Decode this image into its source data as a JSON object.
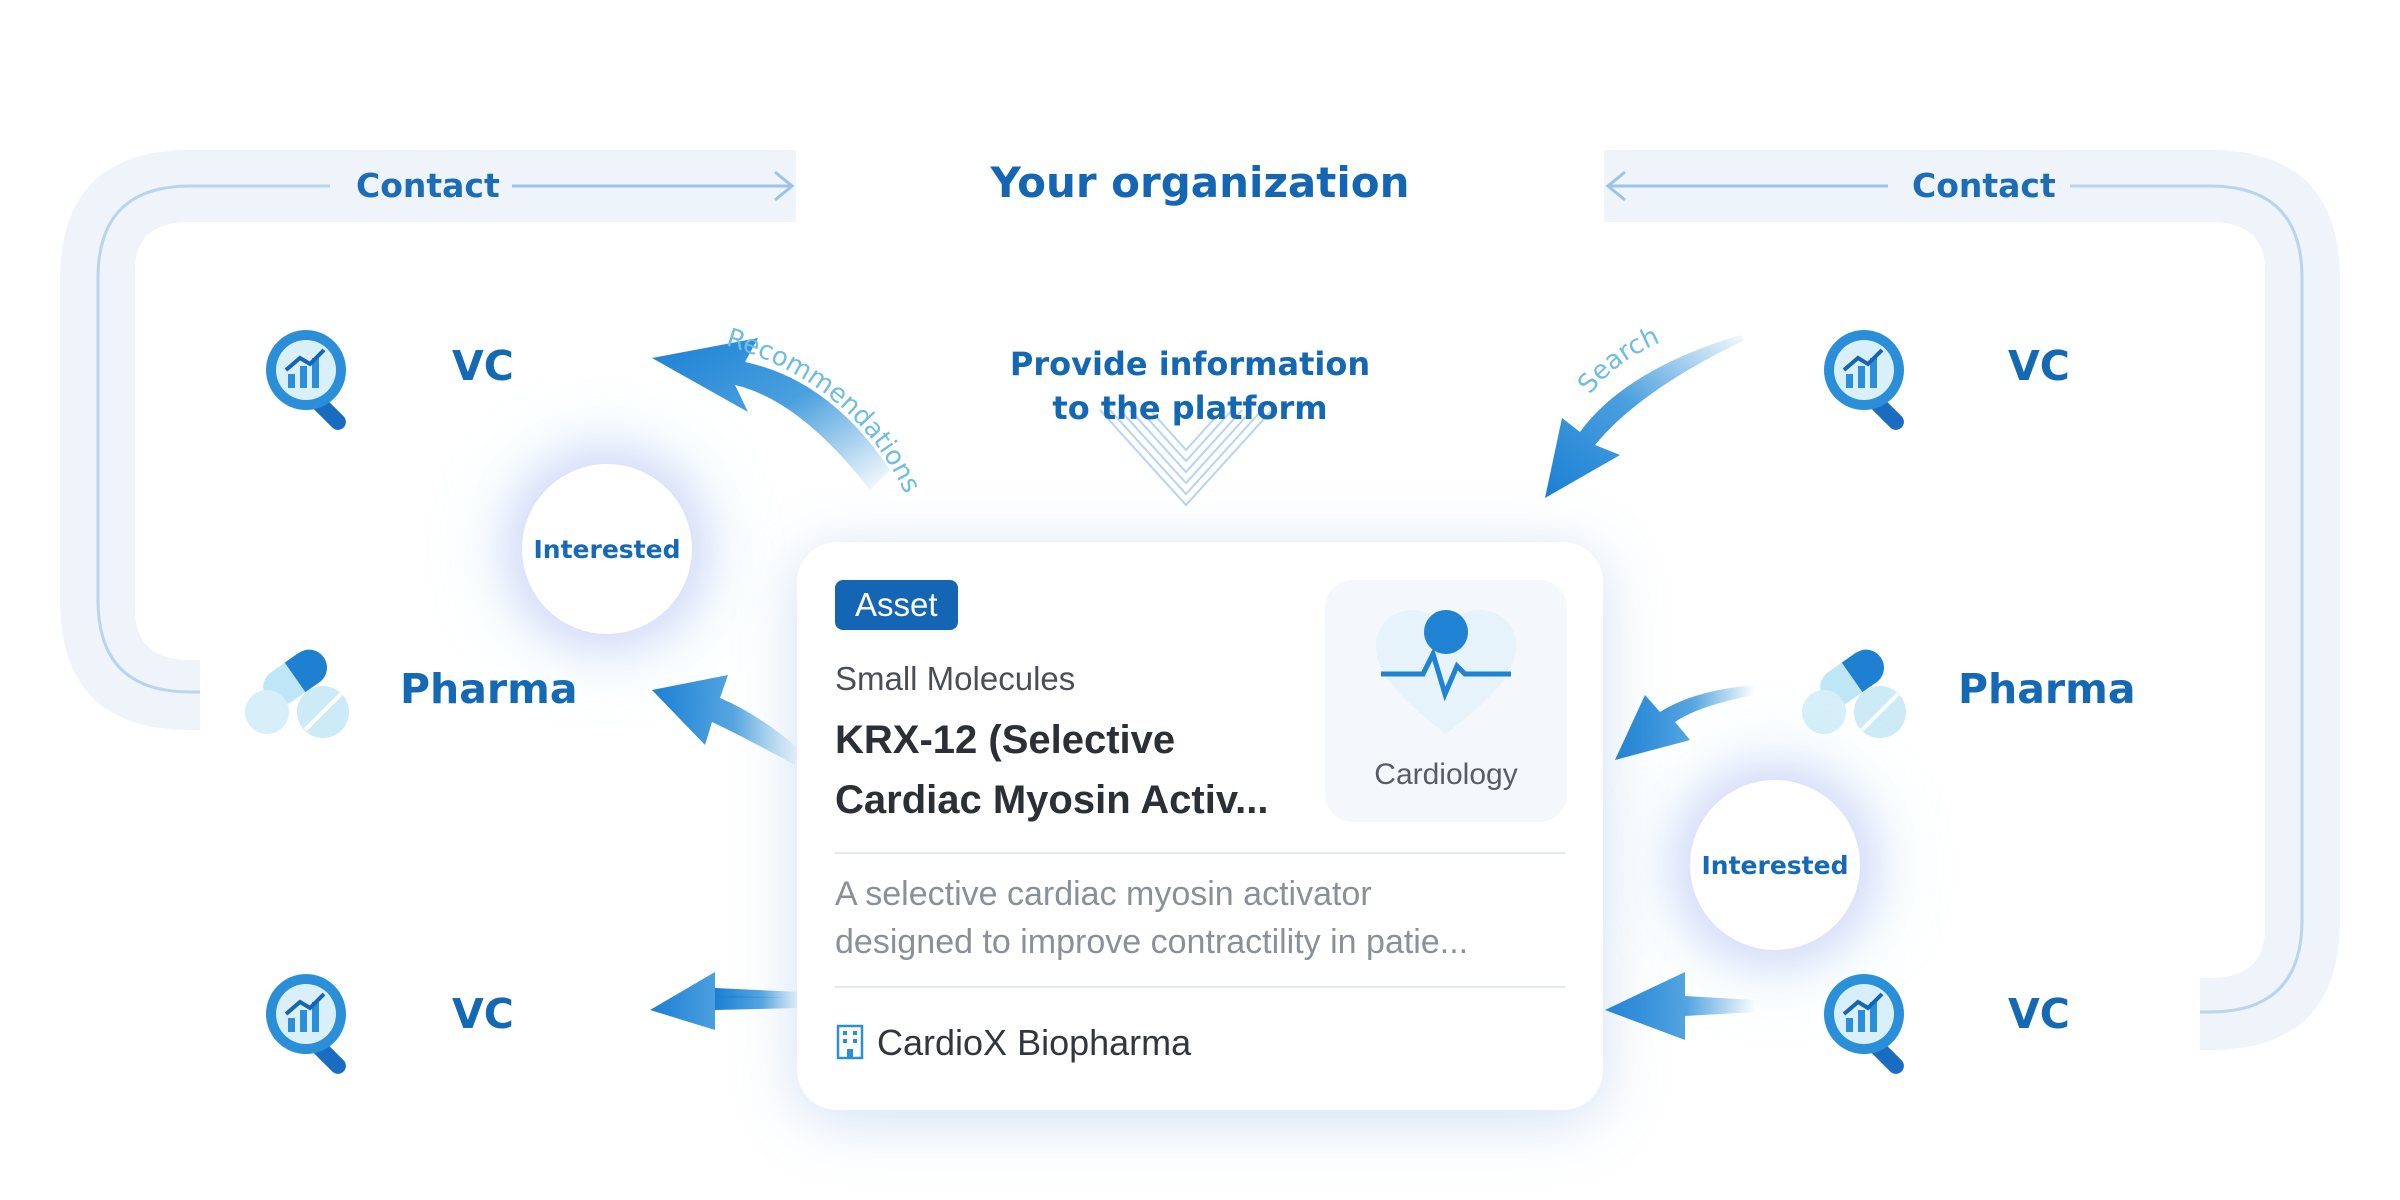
{
  "diagram": {
    "title": "Your organization",
    "contact_left": "Contact",
    "contact_right": "Contact",
    "provide_line1": "Provide information",
    "provide_line2": "to the platform",
    "recommendations": "Recommendations",
    "search": "Search",
    "interested_left": "Interested",
    "interested_right": "Interested",
    "left_nodes": [
      {
        "label": "VC",
        "icon": "vc-analytics-icon"
      },
      {
        "label": "Pharma",
        "icon": "pharma-capsule-icon"
      },
      {
        "label": "VC",
        "icon": "vc-analytics-icon"
      }
    ],
    "right_nodes": [
      {
        "label": "VC",
        "icon": "vc-analytics-icon"
      },
      {
        "label": "Pharma",
        "icon": "pharma-capsule-icon"
      },
      {
        "label": "VC",
        "icon": "vc-analytics-icon"
      }
    ]
  },
  "card": {
    "badge": "Asset",
    "category": "Small Molecules",
    "name_line1": "KRX-12 (Selective",
    "name_line2": "Cardiac Myosin Activ...",
    "therapeutic_area": "Cardiology",
    "description_line1": "A selective cardiac myosin activator",
    "description_line2": "designed to improve contractility in patie...",
    "company": "CardioX Biopharma"
  },
  "colors": {
    "primary": "#1565b5",
    "accent": "#2a8fd8",
    "frame": "#eef4fa"
  }
}
